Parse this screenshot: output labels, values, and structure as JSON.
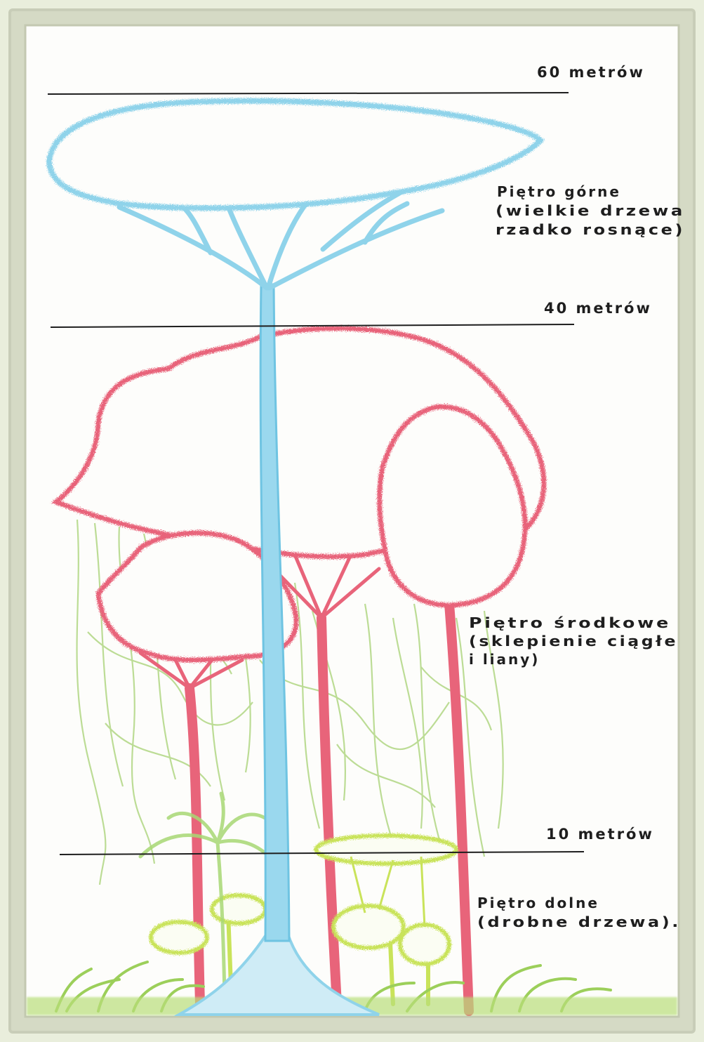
{
  "height_markers": [
    {
      "id": "h60",
      "label": "60 metrów"
    },
    {
      "id": "h40",
      "label": "40 metrów"
    },
    {
      "id": "h10",
      "label": "10 metrów"
    }
  ],
  "zones": [
    {
      "id": "upper",
      "lines": [
        "Piętro górne",
        "(wielkie drzewa",
        "rzadko rosnące)"
      ]
    },
    {
      "id": "middle",
      "lines": [
        "Piętro środkowe",
        "(sklepienie ciągłe",
        "i liany)"
      ]
    },
    {
      "id": "lower",
      "lines": [
        "Piętro dolne",
        "(drobne drzewa)."
      ]
    }
  ],
  "colors": {
    "page_background": "#e9eedc",
    "panel_background": "#fdfdfb",
    "frame": "#c8cdb8",
    "emergent_tree": "#8fd3ea",
    "emergent_tree_dark": "#5fb9dc",
    "canopy_trees": "#e8647a",
    "lianas": "#b5d98a",
    "understory": "#c9e35a",
    "ground_plants": "#9ccf5a",
    "lines_and_text": "#1e1e1e"
  }
}
